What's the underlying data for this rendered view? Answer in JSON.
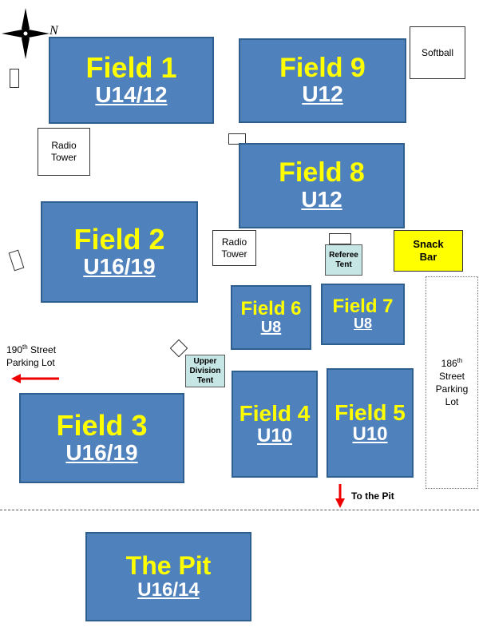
{
  "compass": {
    "north_label": "N"
  },
  "fields": {
    "field1": {
      "name": "Field 1",
      "age": "U14/12"
    },
    "field9": {
      "name": "Field 9",
      "age": "U12"
    },
    "field8": {
      "name": "Field 8",
      "age": "U12"
    },
    "field2": {
      "name": "Field 2",
      "age": "U16/19"
    },
    "field6": {
      "name": "Field 6",
      "age": "U8"
    },
    "field7": {
      "name": "Field 7",
      "age": "U8"
    },
    "field3": {
      "name": "Field 3",
      "age": "U16/19"
    },
    "field4": {
      "name": "Field 4",
      "age": "U10"
    },
    "field5": {
      "name": "Field 5",
      "age": "U10"
    },
    "pit": {
      "name": "The Pit",
      "age": "U16/14"
    }
  },
  "labels": {
    "softball": "Softball",
    "radio_tower_1_line1": "Radio",
    "radio_tower_1_line2": "Tower",
    "radio_tower_2_line1": "Radio",
    "radio_tower_2_line2": "Tower",
    "referee_tent_line1": "Referee",
    "referee_tent_line2": "Tent",
    "snack_bar_line1": "Snack",
    "snack_bar_line2": "Bar",
    "upper_tent_line1": "Upper",
    "upper_tent_line2": "Division",
    "upper_tent_line3": "Tent",
    "parking_190_num": "190",
    "parking_190_sup": "th",
    "parking_190_line1_rest": " Street",
    "parking_190_line2": "Parking Lot",
    "parking_186_num": "186",
    "parking_186_sup": "th",
    "parking_186_line2": "Street",
    "parking_186_line3": "Parking",
    "parking_186_line4": "Lot",
    "to_pit": "To the Pit"
  },
  "colors": {
    "field_fill": "#4f81bd",
    "field_name": "#ffff00",
    "field_age": "#ffffff",
    "snack_bar": "#ffff00",
    "tent": "#c6e5e5",
    "arrow": "#ee0000"
  }
}
